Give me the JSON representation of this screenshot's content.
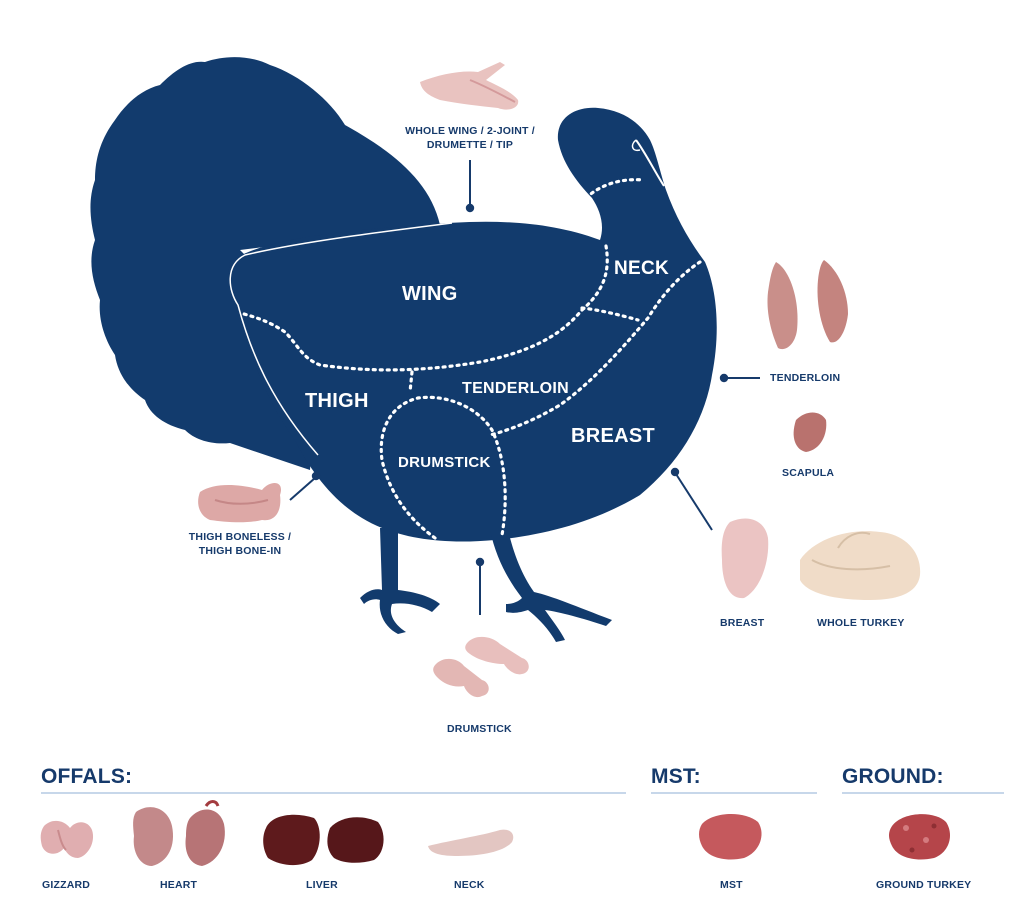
{
  "turkey_cuts": {
    "wing": "WING",
    "neck": "NECK",
    "thigh": "THIGH",
    "tenderloin": "TENDERLOIN",
    "drumstick": "DRUMSTICK",
    "breast": "BREAST"
  },
  "products": {
    "whole_wing": [
      "WHOLE WING / 2-JOINT /",
      "DRUMETTE / TIP"
    ],
    "tenderloin": "TENDERLOIN",
    "scapula": "SCAPULA",
    "thigh": [
      "THIGH BONELESS /",
      "THIGH BONE-IN"
    ],
    "breast": "BREAST",
    "whole_turkey": "WHOLE TURKEY",
    "drumstick": "DRUMSTICK"
  },
  "sections": {
    "offals": {
      "title": "OFFALS:",
      "items": [
        "GIZZARD",
        "HEART",
        "LIVER",
        "NECK"
      ]
    },
    "mst": {
      "title": "MST:",
      "items": [
        "MST"
      ]
    },
    "ground": {
      "title": "GROUND:",
      "items": [
        "GROUND TURKEY"
      ]
    }
  },
  "colors": {
    "turkey_body": "#123b6d",
    "text": "#163a6b",
    "rule": "#c7d7ea",
    "raw_meat": "#e2aeb0",
    "liver": "#5e1a1c",
    "mince": "#b5454a"
  }
}
